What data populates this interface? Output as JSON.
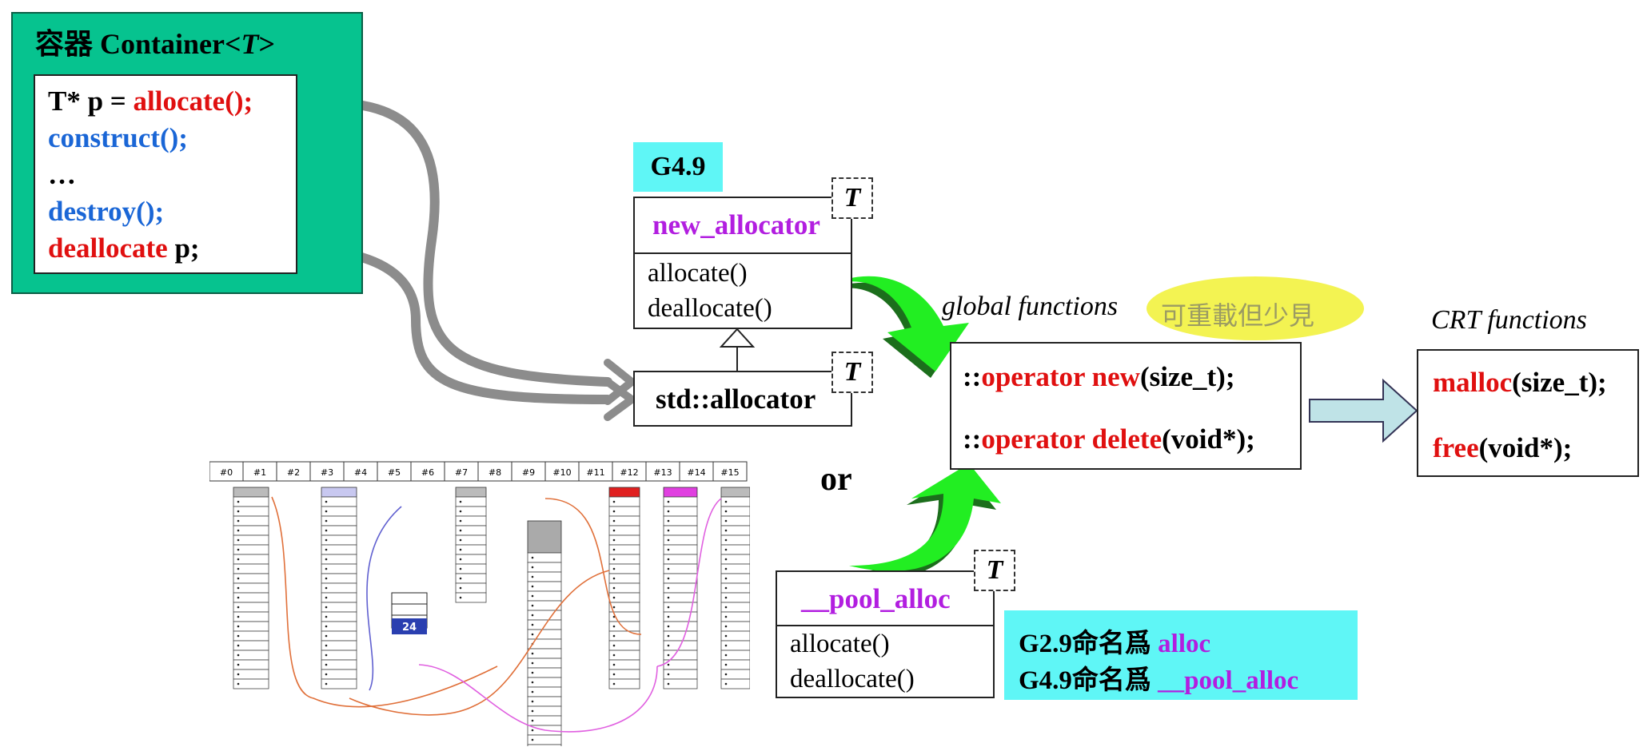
{
  "container": {
    "title_cjk": "容器",
    "title_text": "Container<",
    "title_t": "T",
    "title_end": ">",
    "lines": [
      {
        "a": "T* p = ",
        "b": "allocate();"
      },
      {
        "b": "construct();"
      },
      {
        "a": "…"
      },
      {
        "b": "destroy();"
      },
      {
        "b": "deallocate",
        "a": " p;"
      }
    ]
  },
  "g49_label": "G4.9",
  "new_allocator": {
    "name": "new_allocator",
    "tparam": "T",
    "methods": [
      "allocate()",
      "deallocate()"
    ]
  },
  "std_allocator": {
    "name": "std::allocator",
    "tparam": "T"
  },
  "pool_alloc": {
    "name": "__pool_alloc",
    "tparam": "T",
    "methods": [
      "allocate()",
      "deallocate()"
    ]
  },
  "or_label": "or",
  "global": {
    "label": "global functions",
    "overload_note": "可重載但少見",
    "op_new_prefix": "::",
    "op_new_kw": "operator new",
    "op_new_args": "(size_t);",
    "op_del_prefix": "::",
    "op_del_kw": "operator delete",
    "op_del_args": "(void*);"
  },
  "crt": {
    "label": "CRT functions",
    "malloc_kw": "malloc",
    "malloc_args": "(size_t);",
    "free_kw": "free",
    "free_args": "(void*);"
  },
  "naming": {
    "line1_prefix": "G2.9命名爲 ",
    "line1_name": "alloc",
    "line2_prefix": "G4.9命名爲 ",
    "line2_name": "__pool_alloc"
  },
  "pool_fig": {
    "slots": [
      "#0",
      "#1",
      "#2",
      "#3",
      "#4",
      "#5",
      "#6",
      "#7",
      "#8",
      "#9",
      "#10",
      "#11",
      "#12",
      "#13",
      "#14",
      "#15"
    ],
    "block_label": "24"
  },
  "colors": {
    "container_bg": "#06c38f",
    "cyan_label": "#5ff6f6",
    "green_arrow": "#22ee22",
    "gray_arrow": "#8c8c8c",
    "red": "#e01010",
    "blue": "#1a66d6",
    "purple": "#b21ee0",
    "highlight": "#f3f352"
  }
}
